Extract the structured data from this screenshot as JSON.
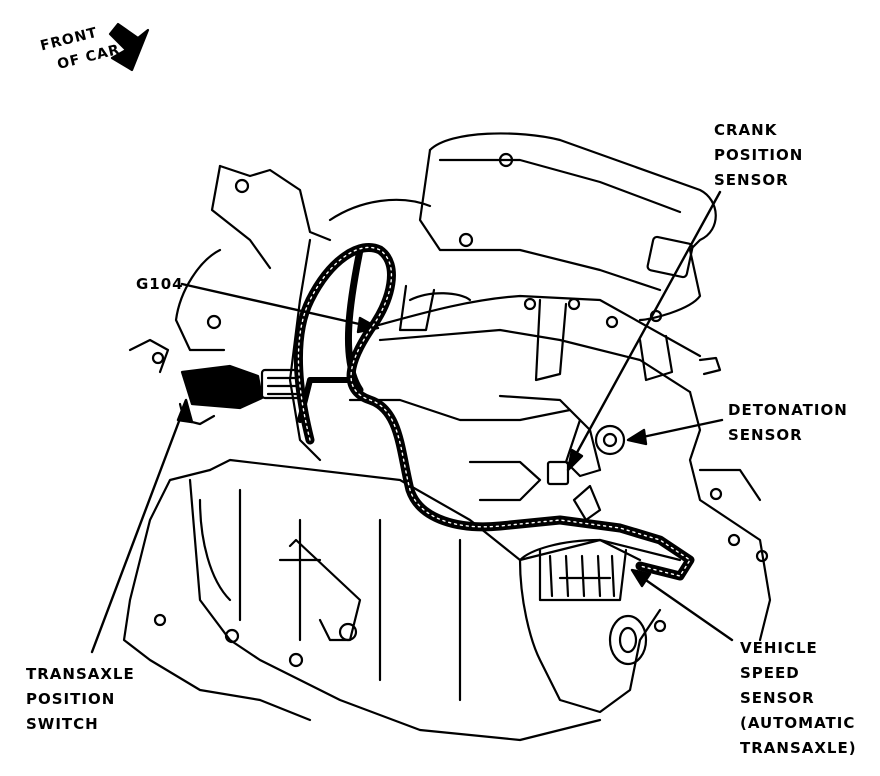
{
  "orientation": {
    "line1": "FRONT",
    "line2": "OF CAR"
  },
  "labels": {
    "crank": [
      "CRANK",
      "POSITION",
      "SENSOR"
    ],
    "ground": "G104",
    "detonation": [
      "DETONATION",
      "SENSOR"
    ],
    "transaxle_switch": [
      "TRANSAXLE",
      "POSITION",
      "SWITCH"
    ],
    "vss": [
      "VEHICLE",
      "SPEED",
      "SENSOR",
      "(AUTOMATIC",
      "TRANSAXLE)"
    ]
  }
}
